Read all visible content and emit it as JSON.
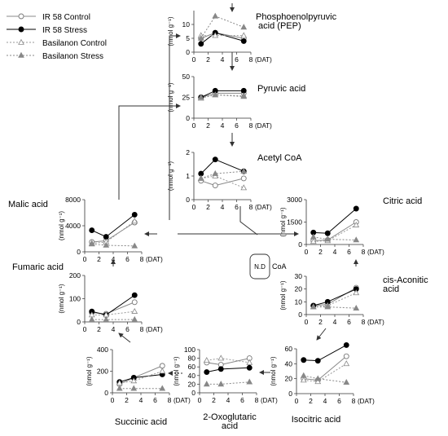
{
  "legend": [
    {
      "label": "IR 58 Control",
      "marker": "open-circle",
      "dash": "solid",
      "color": "#888888"
    },
    {
      "label": "IR 58 Stress",
      "marker": "filled-circle",
      "dash": "solid",
      "color": "#000000"
    },
    {
      "label": "Basilanon Control",
      "marker": "open-triangle",
      "dash": "dotted",
      "color": "#9a9a9a"
    },
    {
      "label": "Basilanon Stress",
      "marker": "filled-triangle",
      "dash": "dotted",
      "color": "#8a8a8a"
    }
  ],
  "nd_box": {
    "label": "N.D",
    "side_label": "CoA"
  },
  "chart_data": [
    {
      "type": "line",
      "title": "Phosphoenolpyruvic acid (PEP)",
      "ylabel": "(nmol g⁻¹)",
      "xlabel": "(DAT)",
      "x": [
        1,
        3,
        7
      ],
      "ylim": [
        0,
        15
      ],
      "yticks": [
        0,
        5,
        10
      ],
      "xticks": [
        0,
        2,
        4,
        6,
        8
      ],
      "series": [
        {
          "name": "IR 58 Control",
          "values": [
            5,
            7,
            5
          ]
        },
        {
          "name": "IR 58 Stress",
          "values": [
            3,
            7,
            4
          ]
        },
        {
          "name": "Basilanon Control",
          "values": [
            6,
            6,
            6
          ]
        },
        {
          "name": "Basilanon Stress",
          "values": [
            5,
            13,
            9
          ]
        }
      ]
    },
    {
      "type": "line",
      "title": "Pyruvic acid",
      "ylabel": "(nmol g⁻¹)",
      "xlabel": "(DAT)",
      "x": [
        1,
        3,
        7
      ],
      "ylim": [
        0,
        50
      ],
      "yticks": [
        0,
        25,
        50
      ],
      "xticks": [
        0,
        2,
        4,
        6,
        8
      ],
      "series": [
        {
          "name": "IR 58 Control",
          "values": [
            25,
            30,
            30
          ]
        },
        {
          "name": "IR 58 Stress",
          "values": [
            25,
            33,
            33
          ]
        },
        {
          "name": "Basilanon Control",
          "values": [
            24,
            28,
            27
          ]
        },
        {
          "name": "Basilanon Stress",
          "values": [
            25,
            28,
            26
          ]
        }
      ]
    },
    {
      "type": "line",
      "title": "Acetyl CoA",
      "ylabel": "(nmol g⁻¹)",
      "xlabel": "(DAT)",
      "x": [
        1,
        3,
        7
      ],
      "ylim": [
        0,
        2
      ],
      "yticks": [
        0,
        1,
        2
      ],
      "xticks": [
        0,
        2,
        4,
        6,
        8
      ],
      "series": [
        {
          "name": "IR 58 Control",
          "values": [
            0.8,
            0.6,
            0.9
          ]
        },
        {
          "name": "IR 58 Stress",
          "values": [
            1.1,
            1.7,
            1.2
          ]
        },
        {
          "name": "Basilanon Control",
          "values": [
            0.9,
            1.0,
            0.5
          ]
        },
        {
          "name": "Basilanon Stress",
          "values": [
            0.9,
            1.1,
            1.2
          ]
        }
      ]
    },
    {
      "type": "line",
      "title": "Citric acid",
      "ylabel": "(nmol g⁻¹)",
      "xlabel": "(DAT)",
      "x": [
        1,
        3,
        7
      ],
      "ylim": [
        0,
        3000
      ],
      "yticks": [
        0,
        1500,
        3000
      ],
      "xticks": [
        0,
        2,
        4,
        6,
        8
      ],
      "series": [
        {
          "name": "IR 58 Control",
          "values": [
            250,
            300,
            1500
          ]
        },
        {
          "name": "IR 58 Stress",
          "values": [
            800,
            750,
            2400
          ]
        },
        {
          "name": "Basilanon Control",
          "values": [
            200,
            250,
            1300
          ]
        },
        {
          "name": "Basilanon Stress",
          "values": [
            500,
            350,
            300
          ]
        }
      ]
    },
    {
      "type": "line",
      "title": "cis-Aconitic acid",
      "ylabel": "(nmol g⁻¹)",
      "xlabel": "(DAT)",
      "x": [
        1,
        3,
        7
      ],
      "ylim": [
        0,
        30
      ],
      "yticks": [
        0,
        10,
        20,
        30
      ],
      "xticks": [
        0,
        2,
        4,
        6,
        8
      ],
      "series": [
        {
          "name": "IR 58 Control",
          "values": [
            7,
            8,
            21
          ]
        },
        {
          "name": "IR 58 Stress",
          "values": [
            7,
            10,
            20
          ]
        },
        {
          "name": "Basilanon Control",
          "values": [
            6,
            7,
            17
          ]
        },
        {
          "name": "Basilanon Stress",
          "values": [
            6,
            6,
            5
          ]
        }
      ]
    },
    {
      "type": "line",
      "title": "Isocitric acid",
      "ylabel": "(nmol g⁻¹)",
      "xlabel": "(DAT)",
      "x": [
        1,
        3,
        7
      ],
      "ylim": [
        0,
        60
      ],
      "yticks": [
        0,
        20,
        40,
        60
      ],
      "xticks": [
        0,
        2,
        4,
        6,
        8
      ],
      "series": [
        {
          "name": "IR 58 Control",
          "values": [
            20,
            18,
            50
          ]
        },
        {
          "name": "IR 58 Stress",
          "values": [
            45,
            44,
            65
          ]
        },
        {
          "name": "Basilanon Control",
          "values": [
            18,
            16,
            40
          ]
        },
        {
          "name": "Basilanon Stress",
          "values": [
            24,
            20,
            15
          ]
        }
      ]
    },
    {
      "type": "line",
      "title": "2-Oxoglutaric acid",
      "ylabel": "(nmol g⁻¹)",
      "xlabel": "(DAT)",
      "x": [
        1,
        3,
        7
      ],
      "ylim": [
        0,
        100
      ],
      "yticks": [
        0,
        20,
        40,
        60,
        80,
        100
      ],
      "xticks": [
        0,
        2,
        4,
        6,
        8
      ],
      "series": [
        {
          "name": "IR 58 Control",
          "values": [
            70,
            65,
            80
          ]
        },
        {
          "name": "IR 58 Stress",
          "values": [
            48,
            55,
            58
          ]
        },
        {
          "name": "Basilanon Control",
          "values": [
            75,
            80,
            70
          ]
        },
        {
          "name": "Basilanon Stress",
          "values": [
            20,
            20,
            25
          ]
        }
      ]
    },
    {
      "type": "line",
      "title": "Succinic acid",
      "ylabel": "(nmol g⁻¹)",
      "xlabel": "(DAT)",
      "x": [
        1,
        3,
        7
      ],
      "ylim": [
        0,
        400
      ],
      "yticks": [
        0,
        200,
        400
      ],
      "xticks": [
        0,
        2,
        4,
        6,
        8
      ],
      "series": [
        {
          "name": "IR 58 Control",
          "values": [
            80,
            140,
            250
          ]
        },
        {
          "name": "IR 58 Stress",
          "values": [
            100,
            140,
            170
          ]
        },
        {
          "name": "Basilanon Control",
          "values": [
            90,
            110,
            200
          ]
        },
        {
          "name": "Basilanon Stress",
          "values": [
            40,
            40,
            40
          ]
        }
      ]
    },
    {
      "type": "line",
      "title": "Fumaric acid",
      "ylabel": "(nmol g⁻¹)",
      "xlabel": "(DAT)",
      "x": [
        1,
        3,
        7
      ],
      "ylim": [
        0,
        200
      ],
      "yticks": [
        0,
        100,
        200
      ],
      "xticks": [
        0,
        2,
        4,
        6,
        8
      ],
      "series": [
        {
          "name": "IR 58 Control",
          "values": [
            40,
            35,
            85
          ]
        },
        {
          "name": "IR 58 Stress",
          "values": [
            45,
            30,
            115
          ]
        },
        {
          "name": "Basilanon Control",
          "values": [
            30,
            30,
            45
          ]
        },
        {
          "name": "Basilanon Stress",
          "values": [
            10,
            10,
            10
          ]
        }
      ]
    },
    {
      "type": "line",
      "title": "Malic acid",
      "ylabel": "(nmol g⁻¹)",
      "xlabel": "(DAT)",
      "x": [
        1,
        3,
        7
      ],
      "ylim": [
        0,
        8000
      ],
      "yticks": [
        0,
        4000,
        8000
      ],
      "xticks": [
        0,
        2,
        4,
        6,
        8
      ],
      "series": [
        {
          "name": "IR 58 Control",
          "values": [
            1500,
            1700,
            4500
          ]
        },
        {
          "name": "IR 58 Stress",
          "values": [
            3300,
            2300,
            5700
          ]
        },
        {
          "name": "Basilanon Control",
          "values": [
            1300,
            1500,
            4700
          ]
        },
        {
          "name": "Basilanon Stress",
          "values": [
            1200,
            1000,
            900
          ]
        }
      ]
    }
  ]
}
